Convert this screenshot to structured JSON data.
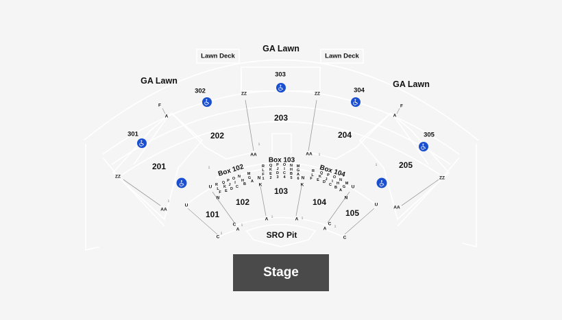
{
  "venue_map": {
    "stage": "Stage",
    "sro_pit": "SRO Pit",
    "ga_lawn": {
      "center": "GA Lawn",
      "left": "GA Lawn",
      "right": "GA Lawn"
    },
    "lawn_deck": {
      "left": "Lawn Deck",
      "right": "Lawn Deck"
    },
    "sections_300": [
      "301",
      "302",
      "303",
      "304",
      "305"
    ],
    "sections_200": [
      "201",
      "202",
      "203",
      "204",
      "205"
    ],
    "sections_100": [
      "101",
      "102",
      "103",
      "104",
      "105"
    ],
    "boxes": [
      "Box 102",
      "Box 103",
      "Box 104"
    ],
    "row_labels": {
      "zz": "ZZ",
      "aa": "AA",
      "a": "A",
      "f": "F",
      "u": "U",
      "n": "N",
      "k": "K",
      "c": "C",
      "one": "1"
    },
    "box102_rows": {
      "top": [
        "R",
        "Q",
        "P",
        "O",
        "N",
        "M"
      ],
      "mid": [
        "L",
        "K",
        "J",
        "I",
        "H",
        "G"
      ],
      "bot": [
        "F",
        "E",
        "D",
        "C",
        "B",
        "A"
      ]
    },
    "box103_cols": [
      [
        "R",
        "L",
        "F",
        "1"
      ],
      [
        "Q",
        "K",
        "E",
        "2"
      ],
      [
        "P",
        "J",
        "D",
        "3"
      ],
      [
        "O",
        "I",
        "C",
        "4"
      ],
      [
        "N",
        "H",
        "B",
        "5"
      ],
      [
        "M",
        "G",
        "A",
        "6"
      ]
    ],
    "box104_rows": {
      "top": [
        "R",
        "Q",
        "P",
        "O",
        "N",
        "M"
      ],
      "mid": [
        "L",
        "K",
        "J",
        "I",
        "H",
        "G"
      ],
      "bot": [
        "F",
        "E",
        "D",
        "C",
        "B",
        "A"
      ]
    },
    "icons": {
      "accessible": "wheelchair-accessible-icon"
    },
    "colors": {
      "background": "#f5f5f5",
      "stage": "#4a4a4a",
      "accessible": "#1a4fd0",
      "outline": "#ffffff"
    }
  }
}
